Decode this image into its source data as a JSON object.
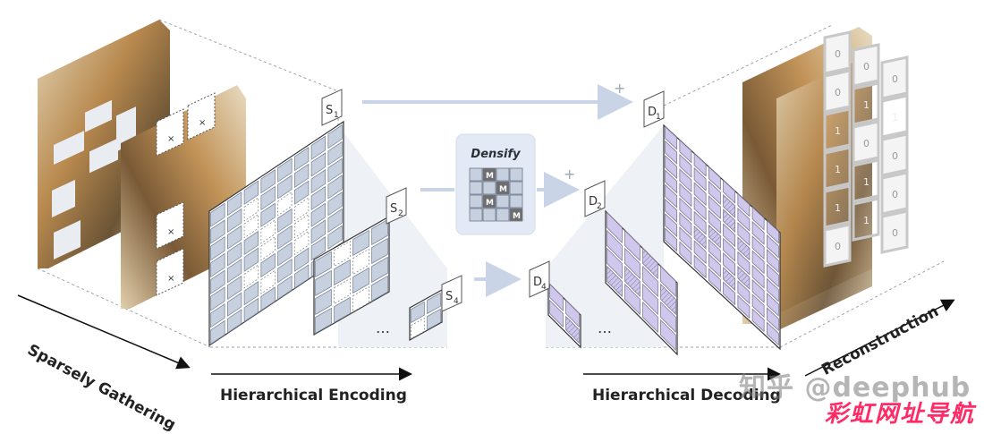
{
  "labels": {
    "sparse": "Sparsely Gathering",
    "encoding": "Hierarchical Encoding",
    "decoding": "Hierarchical Decoding",
    "reconstruction": "Reconstruction",
    "densify": "Densify",
    "mask_token": "M",
    "mask_cross": "×",
    "plus": "+",
    "ellipsis": "…"
  },
  "encoder_stages": [
    {
      "base": "S",
      "sub": "1"
    },
    {
      "base": "S",
      "sub": "2"
    },
    {
      "base": "S",
      "sub": "4"
    }
  ],
  "decoder_stages": [
    {
      "base": "D",
      "sub": "1"
    },
    {
      "base": "D",
      "sub": "2"
    },
    {
      "base": "D",
      "sub": "4"
    }
  ],
  "mask_grid": [
    [
      "0",
      "0",
      "0"
    ],
    [
      "0",
      "1",
      "1"
    ],
    [
      "1",
      "0",
      "0"
    ],
    [
      "1",
      "1",
      "0"
    ],
    [
      "1",
      "1",
      "0"
    ],
    [
      "0"
    ]
  ],
  "watermark": {
    "user": "知乎 @deephub",
    "brand": "彩虹网址导航"
  },
  "colors": {
    "enc_cell": "#c7d0df",
    "enc_cell_stroke": "#7d889c",
    "dec_cell": "#cfc8ec",
    "dec_cell_stroke": "#7d7896",
    "arrow": "#c9d5e6",
    "panel": "#e3eaf5",
    "image_warm": "#b48a52",
    "image_light": "#d9c7a4"
  }
}
